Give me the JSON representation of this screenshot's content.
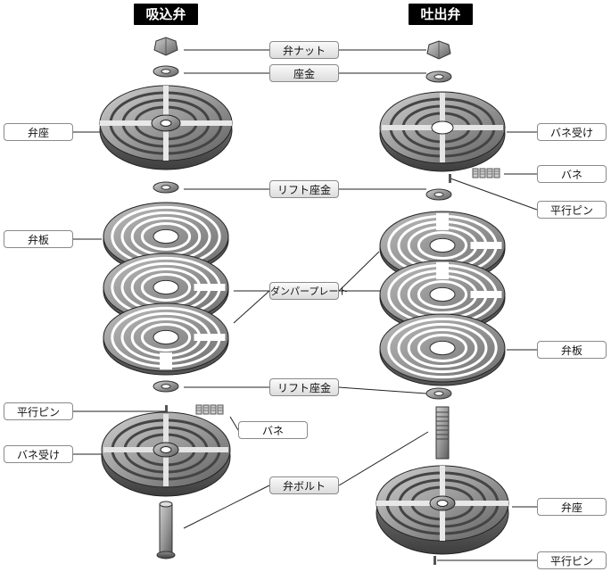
{
  "headers": {
    "suction": "吸込弁",
    "discharge": "吐出弁"
  },
  "center_labels": {
    "valve_nut": "弁ナット",
    "washer": "座金",
    "lift_washer_top": "リフト座金",
    "damper_plate": "ダンパープレート",
    "lift_washer_bottom": "リフト座金",
    "valve_bolt": "弁ボルト"
  },
  "left_labels": {
    "valve_seat": "弁座",
    "valve_plate": "弁板",
    "parallel_pin": "平行ピン",
    "spring": "バネ",
    "spring_holder": "バネ受け"
  },
  "right_labels": {
    "spring_holder": "バネ受け",
    "spring": "バネ",
    "parallel_pin": "平行ピン",
    "valve_plate": "弁板",
    "valve_seat": "弁座",
    "parallel_pin_bottom": "平行ピン"
  }
}
